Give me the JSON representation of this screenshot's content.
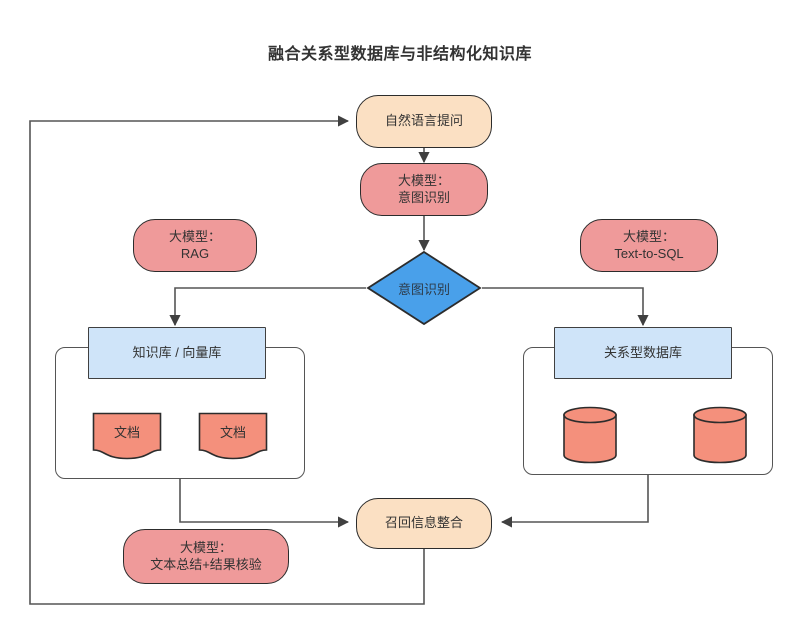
{
  "diagram": {
    "title": "融合关系型数据库与非结构化知识库",
    "colors": {
      "peach": "#fbe0c3",
      "pink": "#ef9a9a",
      "light_blue": "#cfe4f9",
      "diamond_blue": "#49a0ea",
      "coral": "#f4907c",
      "stroke": "#2c2c2c",
      "edge": "#555555",
      "text": "#333333"
    },
    "nodes": {
      "question": {
        "label": "自然语言提问",
        "shape": "stadium",
        "fill": "peach"
      },
      "intent_llm": {
        "label": "大模型：\n意图识别",
        "shape": "stadium",
        "fill": "pink"
      },
      "decision": {
        "label": "意图识别",
        "shape": "diamond",
        "fill": "diamond_blue"
      },
      "rag_llm": {
        "label": "大模型：\nRAG",
        "shape": "stadium",
        "fill": "pink"
      },
      "sql_llm": {
        "label": "大模型：\nText-to-SQL",
        "shape": "stadium",
        "fill": "pink"
      },
      "kb": {
        "label": "知识库 / 向量库",
        "shape": "rect",
        "fill": "light_blue"
      },
      "rdb": {
        "label": "关系型数据库",
        "shape": "rect",
        "fill": "light_blue"
      },
      "doc1": {
        "label": "文档",
        "shape": "document",
        "fill": "coral"
      },
      "doc2": {
        "label": "文档",
        "shape": "document",
        "fill": "coral"
      },
      "db1": {
        "label": "",
        "shape": "cylinder",
        "fill": "coral"
      },
      "db2": {
        "label": "",
        "shape": "cylinder",
        "fill": "coral"
      },
      "merge": {
        "label": "召回信息整合",
        "shape": "stadium",
        "fill": "peach"
      },
      "summary_llm": {
        "label": "大模型：\n文本总结+结果核验",
        "shape": "stadium",
        "fill": "pink"
      }
    },
    "edges": [
      {
        "from": "question",
        "to": "intent_llm",
        "arrow": true
      },
      {
        "from": "intent_llm",
        "to": "decision",
        "arrow": true
      },
      {
        "from": "decision",
        "to": "kb",
        "arrow": true,
        "branch": "left"
      },
      {
        "from": "decision",
        "to": "rdb",
        "arrow": true,
        "branch": "right"
      },
      {
        "from": "kb_group",
        "to": "merge",
        "arrow": true
      },
      {
        "from": "rdb_group",
        "to": "merge",
        "arrow": true
      },
      {
        "from": "merge",
        "to": "question",
        "arrow": true,
        "style": "feedback-loop"
      }
    ]
  }
}
